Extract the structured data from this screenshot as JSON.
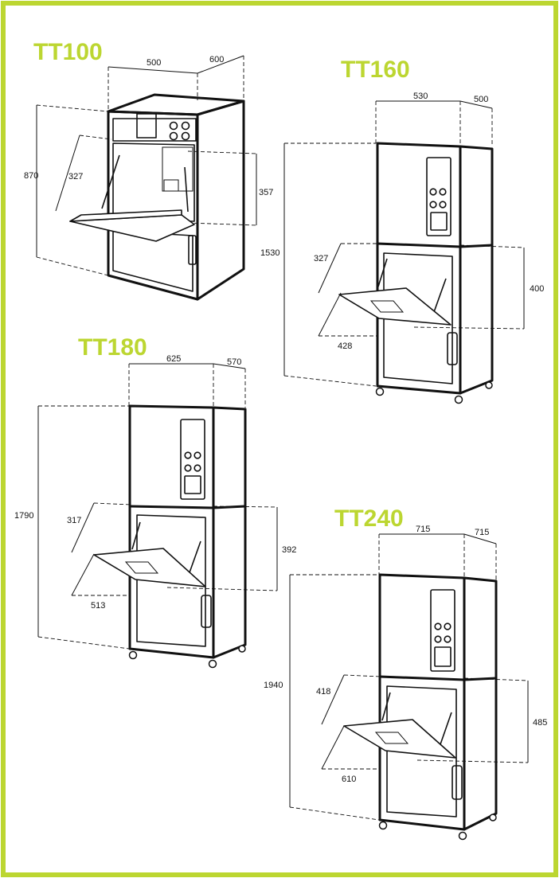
{
  "units": [
    {
      "id": "tt100",
      "title": "TT100",
      "dims": {
        "width": "500",
        "depth": "600",
        "height": "870",
        "tray_depth": "327",
        "opening_height": "357"
      }
    },
    {
      "id": "tt160",
      "title": "TT160",
      "dims": {
        "width": "530",
        "depth": "500",
        "height": "1530",
        "tray_depth": "327",
        "opening_height": "400",
        "tray_width": "428"
      }
    },
    {
      "id": "tt180",
      "title": "TT180",
      "dims": {
        "width": "625",
        "depth": "570",
        "height": "1790",
        "tray_depth": "317",
        "opening_height": "392",
        "tray_width": "513"
      }
    },
    {
      "id": "tt240",
      "title": "TT240",
      "dims": {
        "width": "715",
        "depth": "715",
        "height": "1940",
        "tray_depth": "418",
        "opening_height": "485",
        "tray_width": "610"
      }
    }
  ],
  "colors": {
    "frame": "#bcd631",
    "title": "#bcd631",
    "line": "#111111"
  }
}
